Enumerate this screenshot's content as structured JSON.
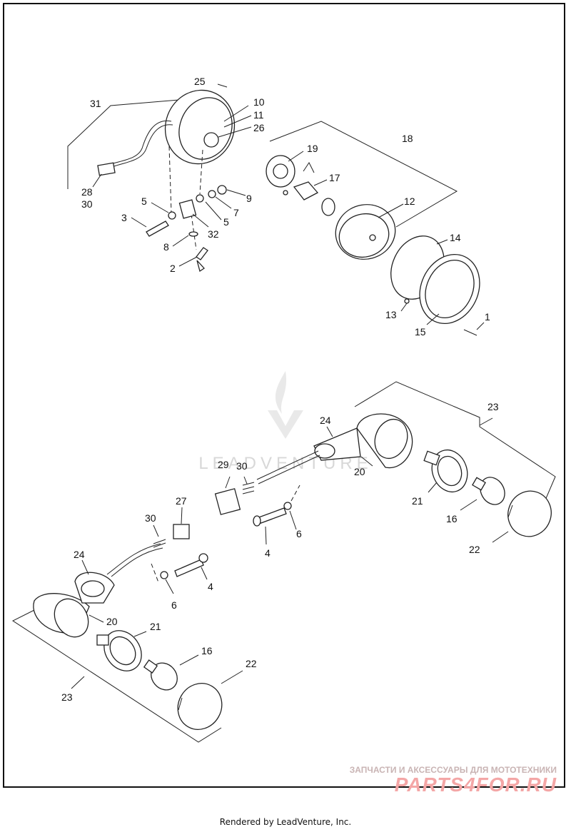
{
  "labels": {
    "headlamp": {
      "l1": "1",
      "l2": "2",
      "l3": "3",
      "l5a": "5",
      "l5b": "5",
      "l7": "7",
      "l8": "8",
      "l9": "9",
      "l10": "10",
      "l11": "11",
      "l12": "12",
      "l13": "13",
      "l14": "14",
      "l15": "15",
      "l17": "17",
      "l18": "18",
      "l19": "19",
      "l25": "25",
      "l26": "26",
      "l28": "28",
      "l30": "30",
      "l31": "31",
      "l32": "32"
    },
    "right_signal": {
      "l4": "4",
      "l6": "6",
      "l16": "16",
      "l20": "20",
      "l21": "21",
      "l22": "22",
      "l23": "23",
      "l24": "24",
      "l29": "29",
      "l30": "30"
    },
    "left_signal": {
      "l4": "4",
      "l6": "6",
      "l16": "16",
      "l20": "20",
      "l21": "21",
      "l22": "22",
      "l23": "23",
      "l24": "24",
      "l27": "27",
      "l30": "30"
    }
  },
  "watermark": {
    "text": "LEADVENTURE"
  },
  "promo": {
    "line1": "ЗАПЧАСТИ И АКСЕССУАРЫ ДЛЯ МОТОТЕХНИКИ",
    "brand": "PARTS4FOR.RU"
  },
  "footer": {
    "text": "Rendered by LeadVenture, Inc."
  }
}
